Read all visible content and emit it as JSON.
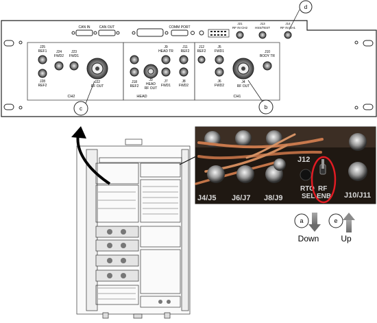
{
  "panel": {
    "connectors": {
      "can_in": "CAN IN",
      "can_out": "CAN OUT",
      "comm_port": "COMM PORT",
      "j21": "J21",
      "j21_sub": "RF IN CH2",
      "j13": "J13",
      "j13_sub": "HSS/TEST",
      "j14": "J14",
      "j14_sub": "RF IN CH1",
      "j25": "J25",
      "j25_sub": "REF1",
      "j24": "J24",
      "j24_sub": "FWD2",
      "j23": "J23",
      "j23_sub": "FWD1",
      "j28": "J28",
      "j28_sub": "REF2",
      "j22": "J22",
      "j22_sub": "RF OUT",
      "j9": "J9",
      "j9_sub": "HEAD TR",
      "j3": "J3",
      "j3_sub1": "HEAD",
      "j3_sub2": "RF OUT",
      "j18": "J18",
      "j18_sub": "REF2",
      "j7": "J7",
      "j7_sub": "FWD1",
      "j8": "J8",
      "j8_sub": "FWD2",
      "j11": "J11",
      "j11_sub": "REF2",
      "j12": "J12",
      "j12_sub": "REF2",
      "j5": "J5",
      "j5_sub": "FWD1",
      "j6": "J6",
      "j6_sub": "FWD2",
      "j10": "J10",
      "j10_sub": "BODY TR",
      "j4": "J4",
      "j4_sub": "RF OUT"
    },
    "sections": {
      "ch2": "CH2",
      "head": "HEAD",
      "ch1": "CH1"
    }
  },
  "callouts": {
    "b": "b",
    "c": "c",
    "d": "d",
    "a": "a",
    "e": "e"
  },
  "photo": {
    "labels": {
      "j12": "J12",
      "j45": "J4/J5",
      "j67": "J6/J7",
      "j89": "J8/J9",
      "rto": "RTO",
      "sel": "SEL",
      "rf": "RF",
      "enb": "ENB",
      "j1011": "J10/J11"
    }
  },
  "switch": {
    "down": "Down",
    "up": "Up"
  },
  "colors": {
    "highlight": "#e21b23",
    "arrow": "#8a8a8a",
    "photo_bg": "#2a201a"
  }
}
